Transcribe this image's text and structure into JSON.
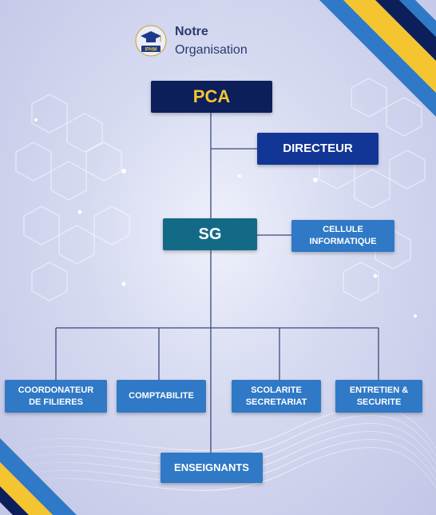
{
  "brand": {
    "line1": "Notre",
    "line2": "Organisation",
    "logo_text": "IPHM"
  },
  "nodes": {
    "pca": "PCA",
    "directeur": "DIRECTEUR",
    "sg": "SG",
    "cellule_line1": "CELLULE",
    "cellule_line2": "INFORMATIQUE",
    "coord_line1": "COORDONATEUR",
    "coord_line2": "DE FILIERES",
    "comptabilite": "COMPTABILITE",
    "scolarite_line1": "SCOLARITE",
    "scolarite_line2": "SECRETARIAT",
    "entretien_line1": "ENTRETIEN &",
    "entretien_line2": "SECURITE",
    "enseignants": "ENSEIGNANTS"
  },
  "colors": {
    "pca_bg": "#0c1f5a",
    "pca_text": "#f5c531",
    "directeur_bg": "#123696",
    "sg_bg": "#136a86",
    "box_bg": "#2f79c6",
    "accent_yellow": "#f5c531",
    "accent_navy": "#0c1f5a"
  }
}
